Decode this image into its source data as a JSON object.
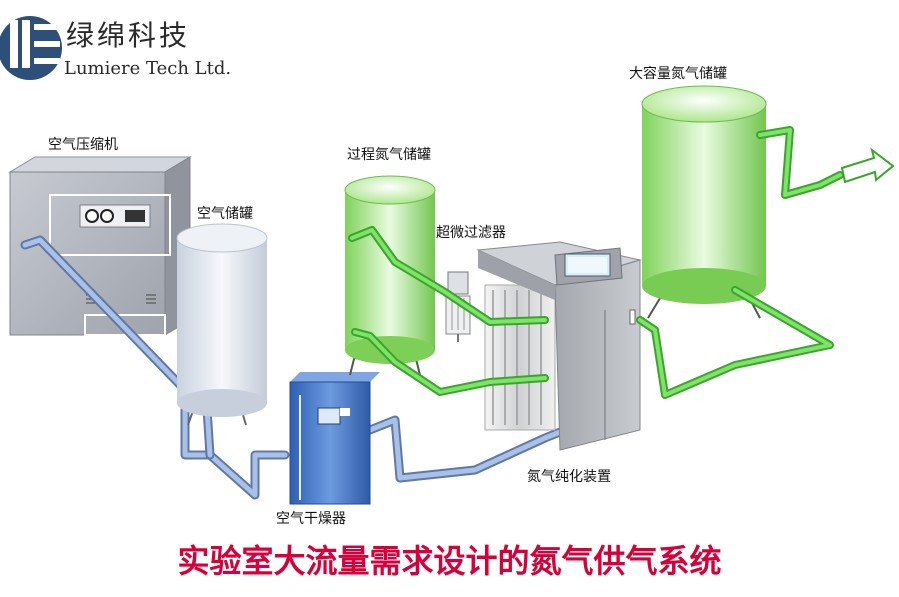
{
  "logo": {
    "name_cn": "绿绵科技",
    "name_en": "Lumiere Tech Ltd."
  },
  "labels": {
    "air_compressor": "空气压缩机",
    "air_tank": "空气储罐",
    "process_n2_tank": "过程氮气储罐",
    "micro_filter": "超微过滤器",
    "large_n2_tank": "大容量氮气储罐",
    "n2_purifier": "氮气纯化装置",
    "air_dryer": "空气干燥器"
  },
  "title": "实验室大流量需求设计的氮气供气系统",
  "colors": {
    "title": "#d6003a",
    "air_pipe": "#8aa6d2",
    "n2_pipe": "#5fd34e",
    "n2_tank": "#8ee06a",
    "air_tank": "#dfe6ef",
    "compressor": "#a9adb6",
    "dryer": "#4a78c6",
    "purifier": "#b5b8bd"
  }
}
